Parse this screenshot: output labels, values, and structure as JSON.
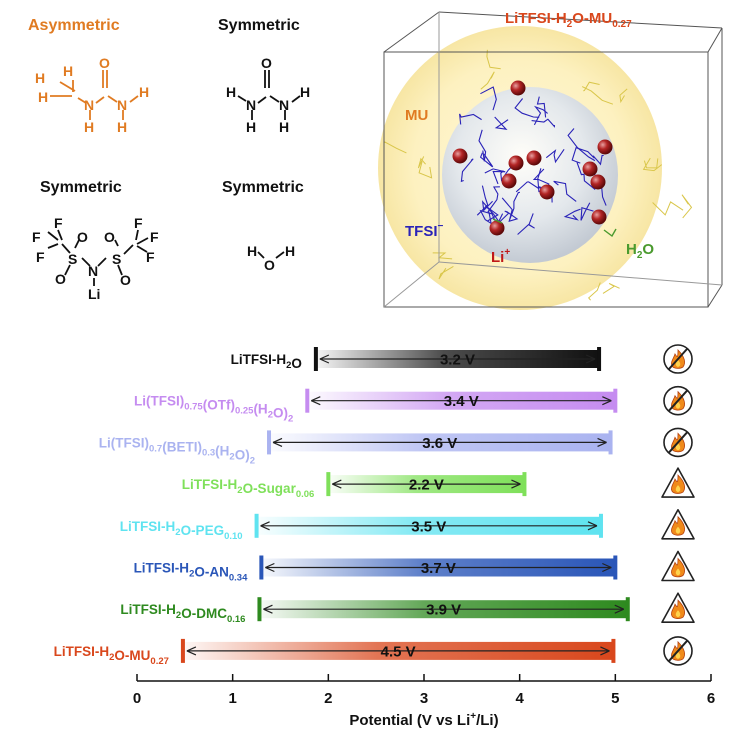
{
  "top": {
    "asym_label": "Asymmetric",
    "sym_label_1": "Symmetric",
    "sym_label_2": "Symmetric",
    "sym_label_3": "Symmetric",
    "colors": {
      "asym": "#e07b22",
      "sym": "#111111"
    }
  },
  "molecules": {
    "mu": {
      "h1": "H",
      "h2": "H",
      "h3": "H",
      "h4": "H",
      "h5": "H",
      "o": "O",
      "n1": "N",
      "n2": "N"
    },
    "urea": {
      "h1": "H",
      "h2": "H",
      "h3": "H",
      "h4": "H",
      "o": "O",
      "n1": "N",
      "n2": "N"
    },
    "tfsi": {
      "f1": "F",
      "f2": "F",
      "f3": "F",
      "f4": "F",
      "f5": "F",
      "f6": "F",
      "o1": "O",
      "o2": "O",
      "o3": "O",
      "o4": "O",
      "s1": "S",
      "s2": "S",
      "n": "N",
      "li": "Li"
    },
    "water": {
      "h1": "H",
      "o": "O",
      "h2": "H"
    }
  },
  "cube": {
    "title_main": "LiTFSI-H",
    "title_sub1": "2",
    "title_mid": "O-MU",
    "title_sub2": "0.27",
    "mu": "MU",
    "tfsi_main": "TFSI",
    "tfsi_sup": "−",
    "li_main": "Li",
    "li_sup": "+",
    "h2o_main": "H",
    "h2o_sub": "2",
    "h2o_tail": "O"
  },
  "chart_data": {
    "type": "bar",
    "xlabel": "Potential (V vs Li",
    "xlabel_sup": "+",
    "xlabel_tail": "/Li)",
    "xlim": [
      0,
      6
    ],
    "xticks": [
      "0",
      "1",
      "2",
      "3",
      "4",
      "5",
      "6"
    ],
    "series": [
      {
        "label_parts": [
          [
            "LiTFSI-H",
            ""
          ],
          [
            "2",
            "sub"
          ],
          [
            "O",
            ""
          ]
        ],
        "color": "#111111",
        "start": 1.87,
        "end": 4.83,
        "value_label": "3.2 V",
        "icon": "no-fire"
      },
      {
        "label_parts": [
          [
            "Li(TFSI)",
            ""
          ],
          [
            "0.75",
            "sub"
          ],
          [
            "(OTf)",
            ""
          ],
          [
            "0.25",
            "sub"
          ],
          [
            "(H",
            ""
          ],
          [
            "2",
            "sub"
          ],
          [
            "O)",
            ""
          ],
          [
            "2",
            "sub"
          ]
        ],
        "color": "#c58cf0",
        "start": 1.78,
        "end": 5.0,
        "value_label": "3.4 V",
        "icon": "no-fire"
      },
      {
        "label_parts": [
          [
            "Li(TFSI)",
            ""
          ],
          [
            "0.7",
            "sub"
          ],
          [
            "(BETI)",
            ""
          ],
          [
            "0.3",
            "sub"
          ],
          [
            "(H",
            ""
          ],
          [
            "2",
            "sub"
          ],
          [
            "O)",
            ""
          ],
          [
            "2",
            "sub"
          ]
        ],
        "color": "#aab3f0",
        "start": 1.38,
        "end": 4.95,
        "value_label": "3.6 V",
        "icon": "no-fire"
      },
      {
        "label_parts": [
          [
            "LiTFSI-H",
            ""
          ],
          [
            "2",
            "sub"
          ],
          [
            "O-Sugar",
            ""
          ],
          [
            "0.06",
            "sub"
          ]
        ],
        "color": "#7fe05a",
        "start": 2.0,
        "end": 4.05,
        "value_label": "2.2 V",
        "icon": "fire"
      },
      {
        "label_parts": [
          [
            "LiTFSI-H",
            ""
          ],
          [
            "2",
            "sub"
          ],
          [
            "O-PEG",
            ""
          ],
          [
            "0.10",
            "sub"
          ]
        ],
        "color": "#5fe3f0",
        "start": 1.25,
        "end": 4.85,
        "value_label": "3.5 V",
        "icon": "fire"
      },
      {
        "label_parts": [
          [
            "LiTFSI-H",
            ""
          ],
          [
            "2",
            "sub"
          ],
          [
            "O-AN",
            ""
          ],
          [
            "0.34",
            "sub"
          ]
        ],
        "color": "#2a56b8",
        "start": 1.3,
        "end": 5.0,
        "value_label": "3.7 V",
        "icon": "fire"
      },
      {
        "label_parts": [
          [
            "LiTFSI-H",
            ""
          ],
          [
            "2",
            "sub"
          ],
          [
            "O-DMC",
            ""
          ],
          [
            "0.16",
            "sub"
          ]
        ],
        "color": "#2e8a1f",
        "start": 1.28,
        "end": 5.13,
        "value_label": "3.9 V",
        "icon": "fire"
      },
      {
        "label_parts": [
          [
            "LiTFSI-H",
            ""
          ],
          [
            "2",
            "sub"
          ],
          [
            "O-MU",
            ""
          ],
          [
            "0.27",
            "sub"
          ]
        ],
        "color": "#d9471c",
        "start": 0.48,
        "end": 4.98,
        "value_label": "4.5 V",
        "icon": "no-fire"
      }
    ]
  }
}
